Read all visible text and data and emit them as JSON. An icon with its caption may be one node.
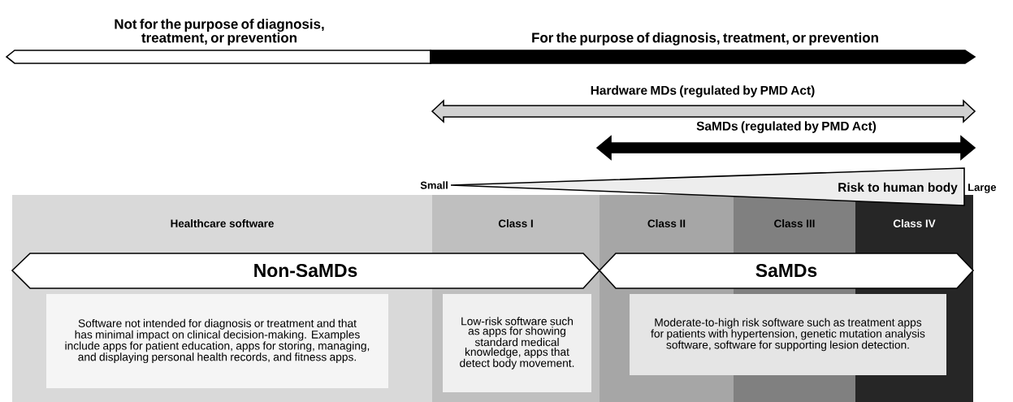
{
  "diagram": {
    "nodes": [
      {
        "text": [
          "Not for the purpose of diagnosis, treatment, or prevention"
        ]
      },
      {
        "text": [
          "For the purpose of diagnosis, treatment, or prevention"
        ]
      },
      {
        "text": [
          "Hardware MDs (regulated by PMD Act)"
        ]
      },
      {
        "text": [
          "SaMDs (regulated by PMD Act)"
        ]
      },
      {
        "text": [
          "Risk to human body"
        ],
        "beside": [
          "Small",
          "Large"
        ]
      },
      {
        "text": [
          "Healthcare software"
        ]
      },
      {
        "text": [
          "Class I"
        ]
      },
      {
        "text": [
          "Class II"
        ]
      },
      {
        "text": [
          "Class III"
        ]
      },
      {
        "text": [
          "Class IV"
        ]
      },
      {
        "text": [
          "Non-SaMDs"
        ]
      },
      {
        "text": [
          "SaMDs"
        ]
      },
      {
        "text": [
          "Software not intended for diagnosis or treatment and that has minimal impact on clinical decision-making. Examples include apps for patient education, apps for storing, managing, and displaying personal health records, and fitness apps."
        ]
      },
      {
        "text": [
          "Low-risk software such as apps for showing standard medical knowledge, apps that detect body movement."
        ]
      },
      {
        "text": [
          "Moderate-to-high risk software such as treatment apps for patients with hypertension, genetic mutation analysis software, software for supporting lesion detection."
        ]
      }
    ]
  }
}
